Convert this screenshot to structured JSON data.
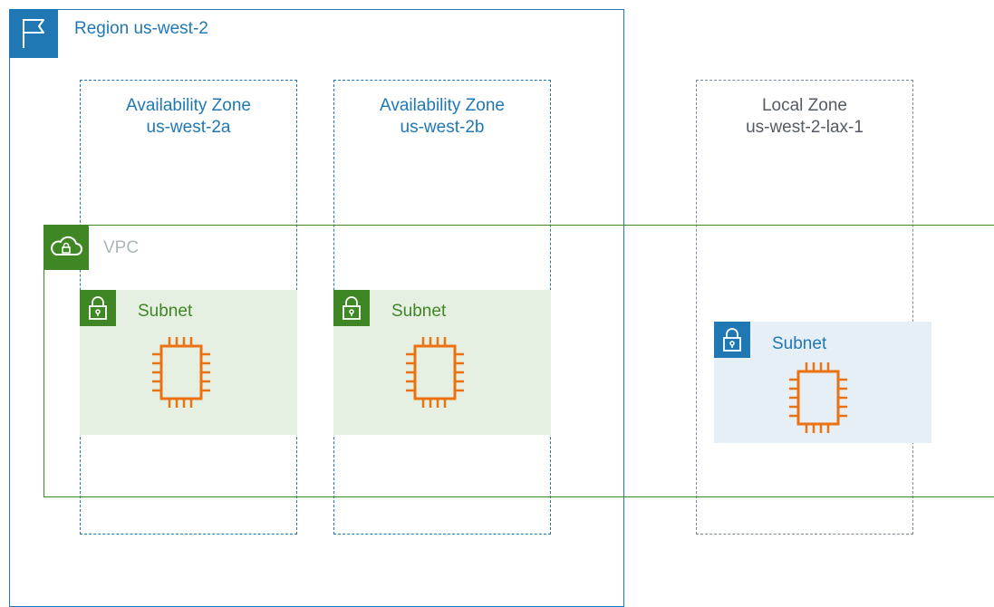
{
  "region": {
    "label": "Region us-west-2",
    "icon": "region-flag-icon"
  },
  "zones": [
    {
      "line1": "Availability Zone",
      "line2": "us-west-2a"
    },
    {
      "line1": "Availability Zone",
      "line2": "us-west-2b"
    },
    {
      "line1": "Local Zone",
      "line2": "us-west-2-lax-1"
    }
  ],
  "vpc": {
    "label": "VPC",
    "icon": "vpc-cloud-lock-icon"
  },
  "subnets": [
    {
      "label": "Subnet",
      "icon": "subnet-lock-icon",
      "instance_icon": "ec2-instance-icon"
    },
    {
      "label": "Subnet",
      "icon": "subnet-lock-icon",
      "instance_icon": "ec2-instance-icon"
    },
    {
      "label": "Subnet",
      "icon": "subnet-lock-icon",
      "instance_icon": "ec2-instance-icon"
    }
  ],
  "colors": {
    "region": "#1f78b4",
    "vpc": "#3f8624",
    "subnet_private_bg": "#e6f0e2",
    "subnet_local_bg": "#e6eff6",
    "instance": "#ec7211",
    "local_zone_border": "#7d8998"
  }
}
